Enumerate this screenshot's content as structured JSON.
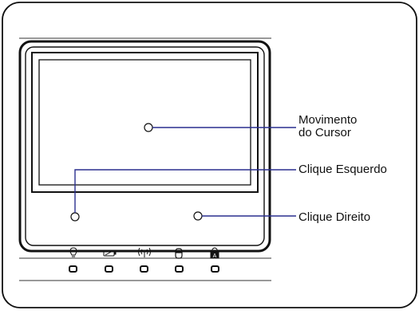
{
  "callouts": {
    "cursor_movement": {
      "line1": "Movimento",
      "line2": "do Cursor"
    },
    "left_click": "Clique Esquerdo",
    "right_click": "Clique Direito"
  },
  "indicators": [
    {
      "icon": "bulb-icon"
    },
    {
      "icon": "battery-icon"
    },
    {
      "icon": "wireless-icon"
    },
    {
      "icon": "drive-icon"
    },
    {
      "icon": "capslock-icon"
    }
  ],
  "colors": {
    "callout_line": "#2a2f8f",
    "frame": "#111111",
    "pad_border": "#222222"
  }
}
